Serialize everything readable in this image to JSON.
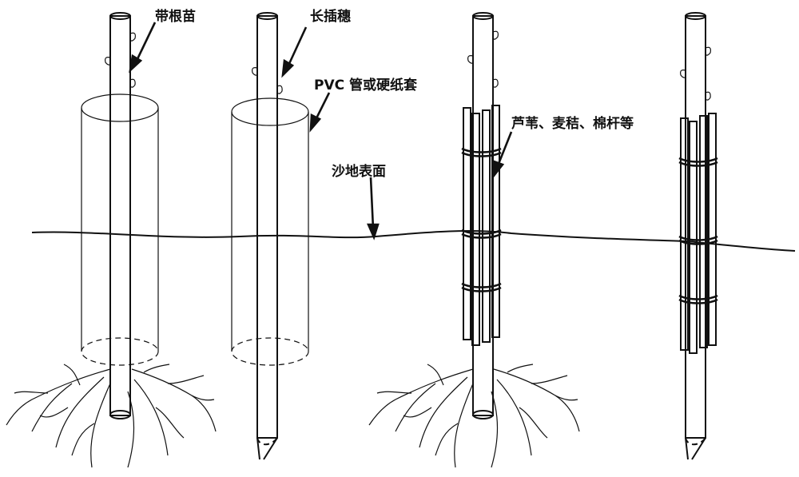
{
  "labels": {
    "rooted_seedling": "带根苗",
    "long_cutting": "长插穗",
    "pvc_tube": "PVC 管或硬纸套",
    "straw_bundle": "芦苇、麦秸、棉杆等",
    "sand_surface": "沙地表面"
  },
  "colors": {
    "ink": "#111111",
    "background": "#ffffff"
  }
}
